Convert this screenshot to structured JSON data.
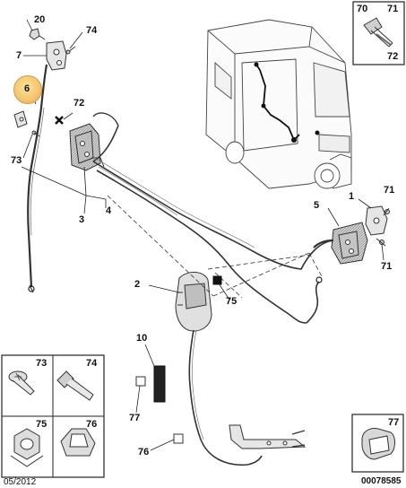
{
  "callouts": {
    "c20": "20",
    "c74a": "74",
    "c7": "7",
    "c6": "6",
    "c72": "72",
    "c73": "73",
    "c3": "3",
    "c4": "4",
    "c1": "1",
    "c71a": "71",
    "c5": "5",
    "c71b": "71",
    "c2": "2",
    "c75": "75",
    "c10": "10",
    "c77": "77",
    "c76": "76"
  },
  "panels": {
    "top_right": {
      "a": "70",
      "b": "71",
      "c": "72"
    },
    "bottom_left": {
      "p73": "73",
      "p74": "74",
      "p75": "75",
      "p76": "76"
    },
    "bottom_right": {
      "p77": "77"
    }
  },
  "footer": {
    "date": "05/2012",
    "code": "00078585"
  },
  "colors": {
    "line": "#222222",
    "highlight": "#f4c770",
    "part_fill": "#e6e6e6"
  }
}
